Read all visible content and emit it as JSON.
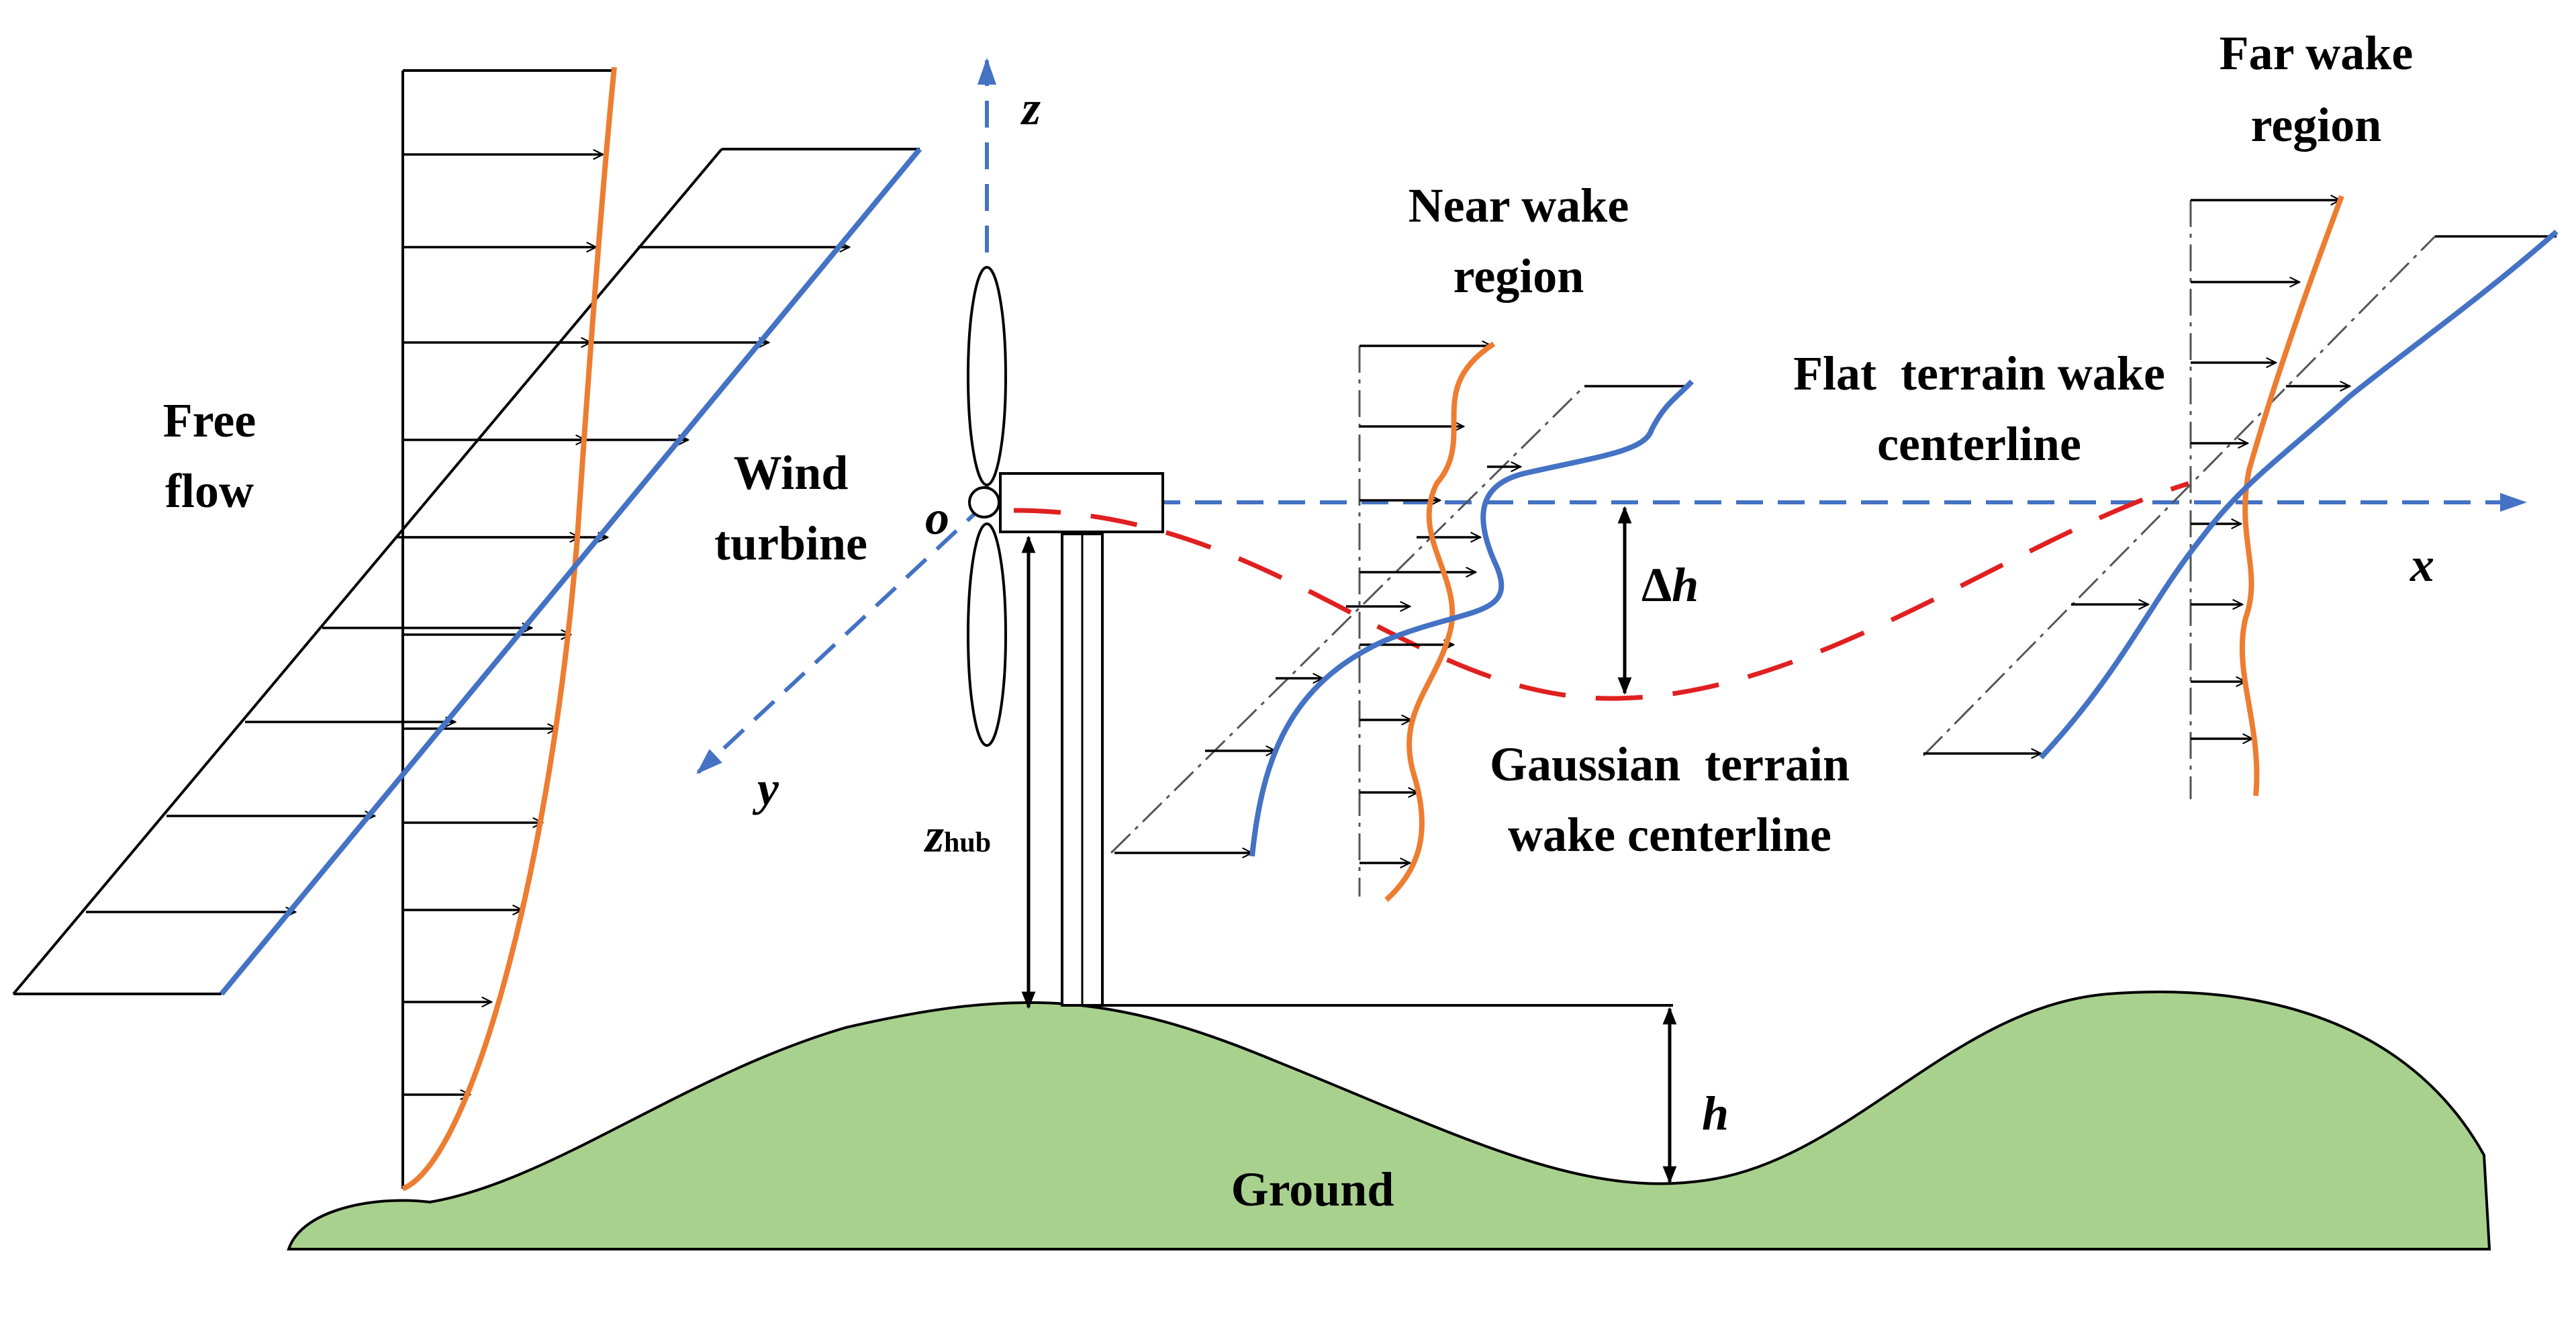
{
  "labels": {
    "free_flow_1": "Free",
    "free_flow_2": "flow",
    "wind_turbine_1": "Wind",
    "wind_turbine_2": "turbine",
    "origin": "o",
    "axis_x": "x",
    "axis_y": "y",
    "axis_z": "z",
    "near_wake_1": "Near wake",
    "near_wake_2": "region",
    "far_wake_1": "Far wake",
    "far_wake_2": "region",
    "flat_centerline_1": "Flat  terrain wake",
    "flat_centerline_2": "centerline",
    "gaussian_centerline_1": "Gaussian  terrain",
    "gaussian_centerline_2": "wake centerline",
    "delta_h_symbol": "Δ",
    "delta_h_var": "h",
    "z_hub_main": "z",
    "z_hub_sub": "hub",
    "terrain_height": "h",
    "ground": "Ground"
  },
  "colors": {
    "vertical_profile": "#ED7D31",
    "lateral_profile": "#4472C4",
    "axis_dashed": "#4472C4",
    "gaussian_centerline": "#E02020",
    "ground_fill": "#A9D18E",
    "ground_stroke": "#000000",
    "outline": "#000000",
    "dashdot_guide": "#555555"
  },
  "icons": {
    "axis_arrows": "triangle-arrowhead",
    "profile_arrows": "open-arrowhead",
    "dimension_arrows": "double-arrowhead"
  }
}
